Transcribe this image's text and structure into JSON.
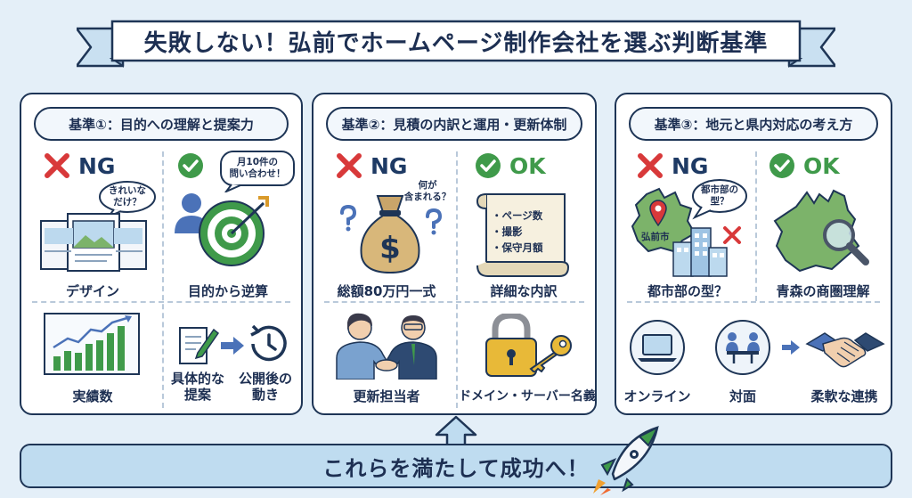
{
  "title": "失敗しない！弘前でホームページ制作会社を選ぶ判断基準",
  "criteria": [
    {
      "header": "基準①：目的への理解と提案力",
      "ng_label": "NG",
      "ok_label": "",
      "ng_bubble": "きれいな\nだけ？",
      "ok_bubble": "月10件の\n問い合わせ！",
      "ng_caption": "デザイン",
      "ok_caption": "目的から逆算",
      "bottom_left_caption": "実績数",
      "bottom_mid_caption": "具体的な\n提案",
      "bottom_right_caption": "公開後の\n動き"
    },
    {
      "header": "基準②：見積の内訳と運用・更新体制",
      "ng_label": "NG",
      "ok_label": "OK",
      "ng_bubble": "何が\n含まれる？",
      "ok_list": [
        "・ページ数",
        "・撮影",
        "・保守月額"
      ],
      "ng_caption": "総額80万円一式",
      "ok_caption": "詳細な内訳",
      "bottom_left_caption": "更新担当者",
      "bottom_right_caption": "ドメイン・サーバー名義"
    },
    {
      "header": "基準③：地元と県内対応の考え方",
      "ng_label": "NG",
      "ok_label": "OK",
      "ng_bubble": "都市部の\n型？",
      "map_label": "弘前市",
      "ng_caption": "都市部の型？",
      "ok_caption": "青森の商圏理解",
      "bottom_left_caption": "オンライン",
      "bottom_mid_caption": "対面",
      "bottom_right_caption": "柔軟な連携"
    }
  ],
  "banner": "これらを満たして成功へ！",
  "icons": [
    "x-mark-icon",
    "check-circle-icon",
    "speech-bubble-icon",
    "brochure-icon",
    "target-icon",
    "person-icon",
    "bar-chart-icon",
    "pencil-document-icon",
    "arrow-right-icon",
    "clock-history-icon",
    "money-bag-icon",
    "question-mark-icon",
    "scroll-icon",
    "businessperson-icon",
    "handshake-icon",
    "padlock-icon",
    "key-icon",
    "map-pin-icon",
    "building-icon",
    "aomori-map-icon",
    "magnifier-icon",
    "laptop-icon",
    "meeting-table-icon",
    "up-arrow-icon",
    "rocket-icon"
  ],
  "colors": {
    "navy": "#1e3556",
    "ng_red": "#d8393a",
    "ok_green": "#3f9a4a",
    "background": "#e4eff8",
    "banner": "#bfdcf0"
  }
}
